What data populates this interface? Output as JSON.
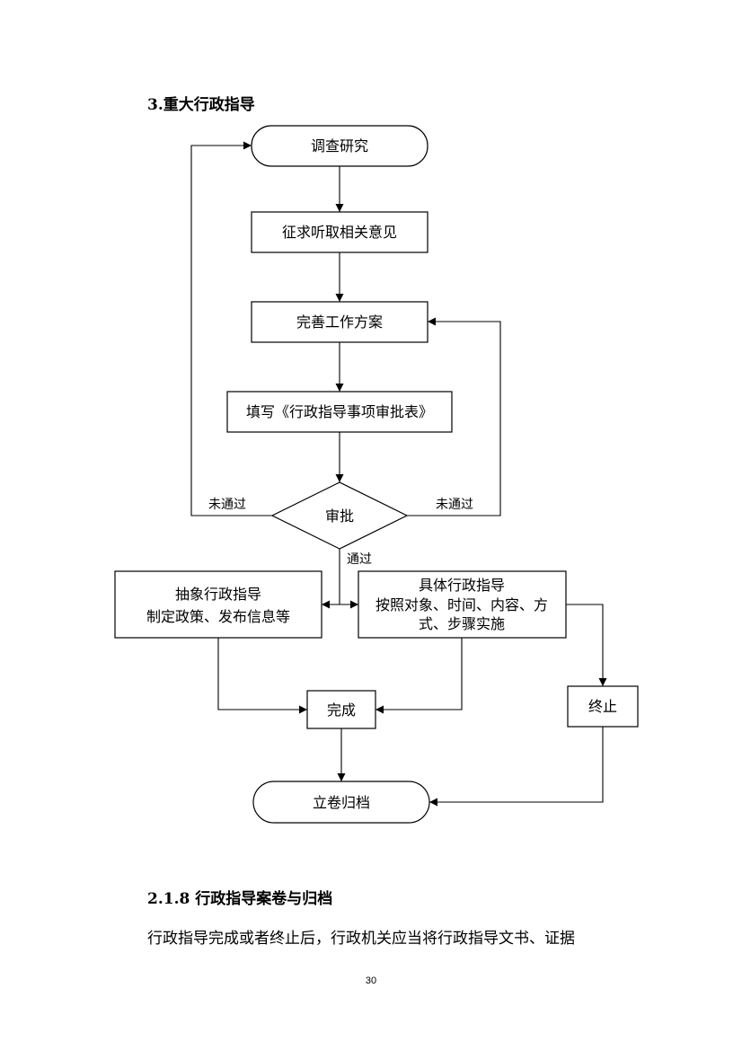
{
  "section_heading": "3.重大行政指导",
  "flowchart": {
    "survey": "调查研究",
    "solicit_opinions": "征求听取相关意见",
    "refine_plan": "完善工作方案",
    "fill_form": "填写《行政指导事项审批表》",
    "approval": "审批",
    "rejected_left": "未通过",
    "rejected_right": "未通过",
    "passed": "通过",
    "abstract_line1": "抽象行政指导",
    "abstract_line2": "制定政策、发布信息等",
    "specific_line1": "具体行政指导",
    "specific_line2": "按照对象、时间、内容、方",
    "specific_line3": "式、步骤实施",
    "complete": "完成",
    "terminate": "终止",
    "archive": "立卷归档"
  },
  "subsection_heading": "2.1.8 行政指导案卷与归档",
  "paragraph": "行政指导完成或者终止后，行政机关应当将行政指导文书、证据",
  "page_number": "30"
}
